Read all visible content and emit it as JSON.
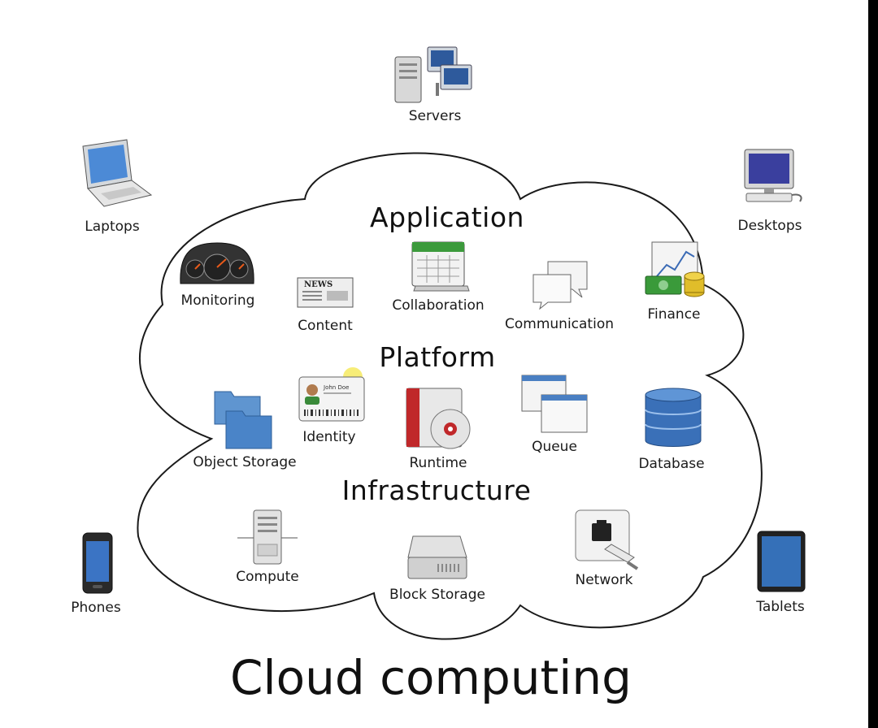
{
  "title": "Cloud computing",
  "sections": {
    "application": "Application",
    "platform": "Platform",
    "infrastructure": "Infrastructure"
  },
  "devices": {
    "servers": "Servers",
    "laptops": "Laptops",
    "desktops": "Desktops",
    "phones": "Phones",
    "tablets": "Tablets"
  },
  "application": {
    "monitoring": "Monitoring",
    "content": "Content",
    "collaboration": "Collaboration",
    "communication": "Communication",
    "finance": "Finance"
  },
  "platform": {
    "object_storage": "Object Storage",
    "identity": "Identity",
    "runtime": "Runtime",
    "queue": "Queue",
    "database": "Database"
  },
  "infrastructure": {
    "compute": "Compute",
    "block_storage": "Block Storage",
    "network": "Network"
  },
  "icon_text": {
    "news": "NEWS",
    "id_name": "John Doe"
  },
  "colors": {
    "outline": "#1a1a1a",
    "blue": "#3f7fc8",
    "green": "#2e9a3a",
    "gold": "#d9b21a",
    "red": "#c0282a"
  }
}
